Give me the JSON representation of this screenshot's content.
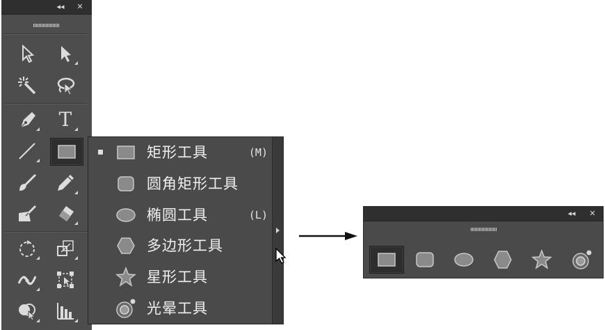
{
  "toolbar": {
    "title_buttons": {
      "collapse": "◂◂",
      "close": "✕"
    },
    "tools": [
      {
        "name": "selection-tool",
        "icon": "selection-arrow-icon"
      },
      {
        "name": "direct-selection-tool",
        "icon": "direct-selection-arrow-icon"
      },
      {
        "name": "magic-wand-tool",
        "icon": "magic-wand-icon"
      },
      {
        "name": "lasso-tool",
        "icon": "lasso-icon"
      },
      {
        "name": "pen-tool",
        "icon": "pen-nib-icon"
      },
      {
        "name": "type-tool",
        "icon": "type-icon",
        "glyph": "T"
      },
      {
        "name": "line-segment-tool",
        "icon": "line-icon"
      },
      {
        "name": "rectangle-tool",
        "icon": "rectangle-icon",
        "active": true
      },
      {
        "name": "paintbrush-tool",
        "icon": "paintbrush-icon"
      },
      {
        "name": "pencil-tool",
        "icon": "pencil-icon"
      },
      {
        "name": "blob-brush-tool",
        "icon": "blob-brush-icon"
      },
      {
        "name": "eraser-tool",
        "icon": "eraser-icon"
      },
      {
        "name": "rotate-tool",
        "icon": "rotate-icon"
      },
      {
        "name": "scale-tool",
        "icon": "scale-icon"
      },
      {
        "name": "width-tool",
        "icon": "width-icon"
      },
      {
        "name": "free-transform-tool",
        "icon": "free-transform-icon"
      },
      {
        "name": "shape-builder-tool",
        "icon": "shape-builder-icon"
      },
      {
        "name": "graph-tool",
        "icon": "column-graph-icon"
      }
    ]
  },
  "flyout": {
    "items": [
      {
        "label": "矩形工具",
        "shortcut": "(M)",
        "icon": "rectangle-icon",
        "selected": true
      },
      {
        "label": "圆角矩形工具",
        "shortcut": "",
        "icon": "rounded-rectangle-icon"
      },
      {
        "label": "椭圆工具",
        "shortcut": "(L)",
        "icon": "ellipse-icon"
      },
      {
        "label": "多边形工具",
        "shortcut": "",
        "icon": "polygon-icon"
      },
      {
        "label": "星形工具",
        "shortcut": "",
        "icon": "star-icon"
      },
      {
        "label": "光晕工具",
        "shortcut": "",
        "icon": "flare-icon"
      }
    ]
  },
  "torn_off_panel": {
    "title_buttons": {
      "collapse": "◂◂",
      "close": "✕"
    },
    "tools": [
      {
        "name": "rectangle-tool",
        "icon": "rectangle-icon",
        "active": true
      },
      {
        "name": "rounded-rectangle-tool",
        "icon": "rounded-rectangle-icon"
      },
      {
        "name": "ellipse-tool",
        "icon": "ellipse-icon"
      },
      {
        "name": "polygon-tool",
        "icon": "polygon-icon"
      },
      {
        "name": "star-tool",
        "icon": "star-icon"
      },
      {
        "name": "flare-tool",
        "icon": "flare-icon"
      }
    ]
  },
  "colors": {
    "panel_bg": "#4d4d4d",
    "titlebar": "#2f2f2f",
    "icon": "#d9d9d9",
    "active_tool_bg": "#2e2e2e"
  }
}
